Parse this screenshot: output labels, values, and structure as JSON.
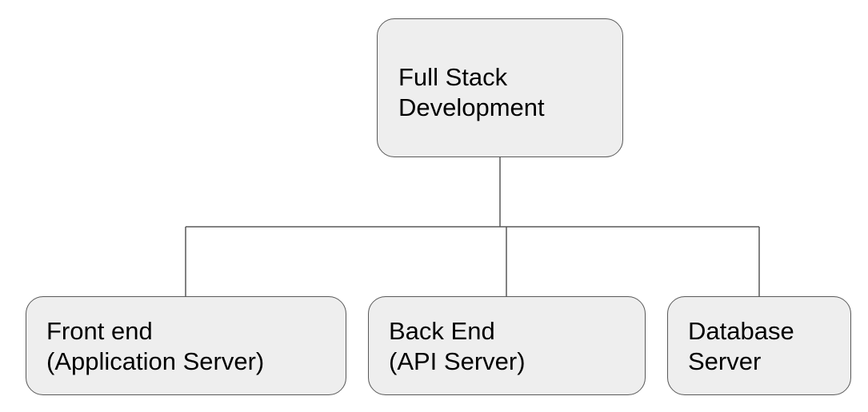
{
  "diagram": {
    "root": {
      "line1": "Full Stack",
      "line2": "Development"
    },
    "children": [
      {
        "line1": "Front end",
        "line2": "(Application Server)"
      },
      {
        "line1": "Back End",
        "line2": "(API Server)"
      },
      {
        "line1": "Database",
        "line2": "Server"
      }
    ],
    "colors": {
      "node_fill": "#eeeeee",
      "node_border": "#595959",
      "connector": "#595959",
      "text": "#000000"
    }
  }
}
